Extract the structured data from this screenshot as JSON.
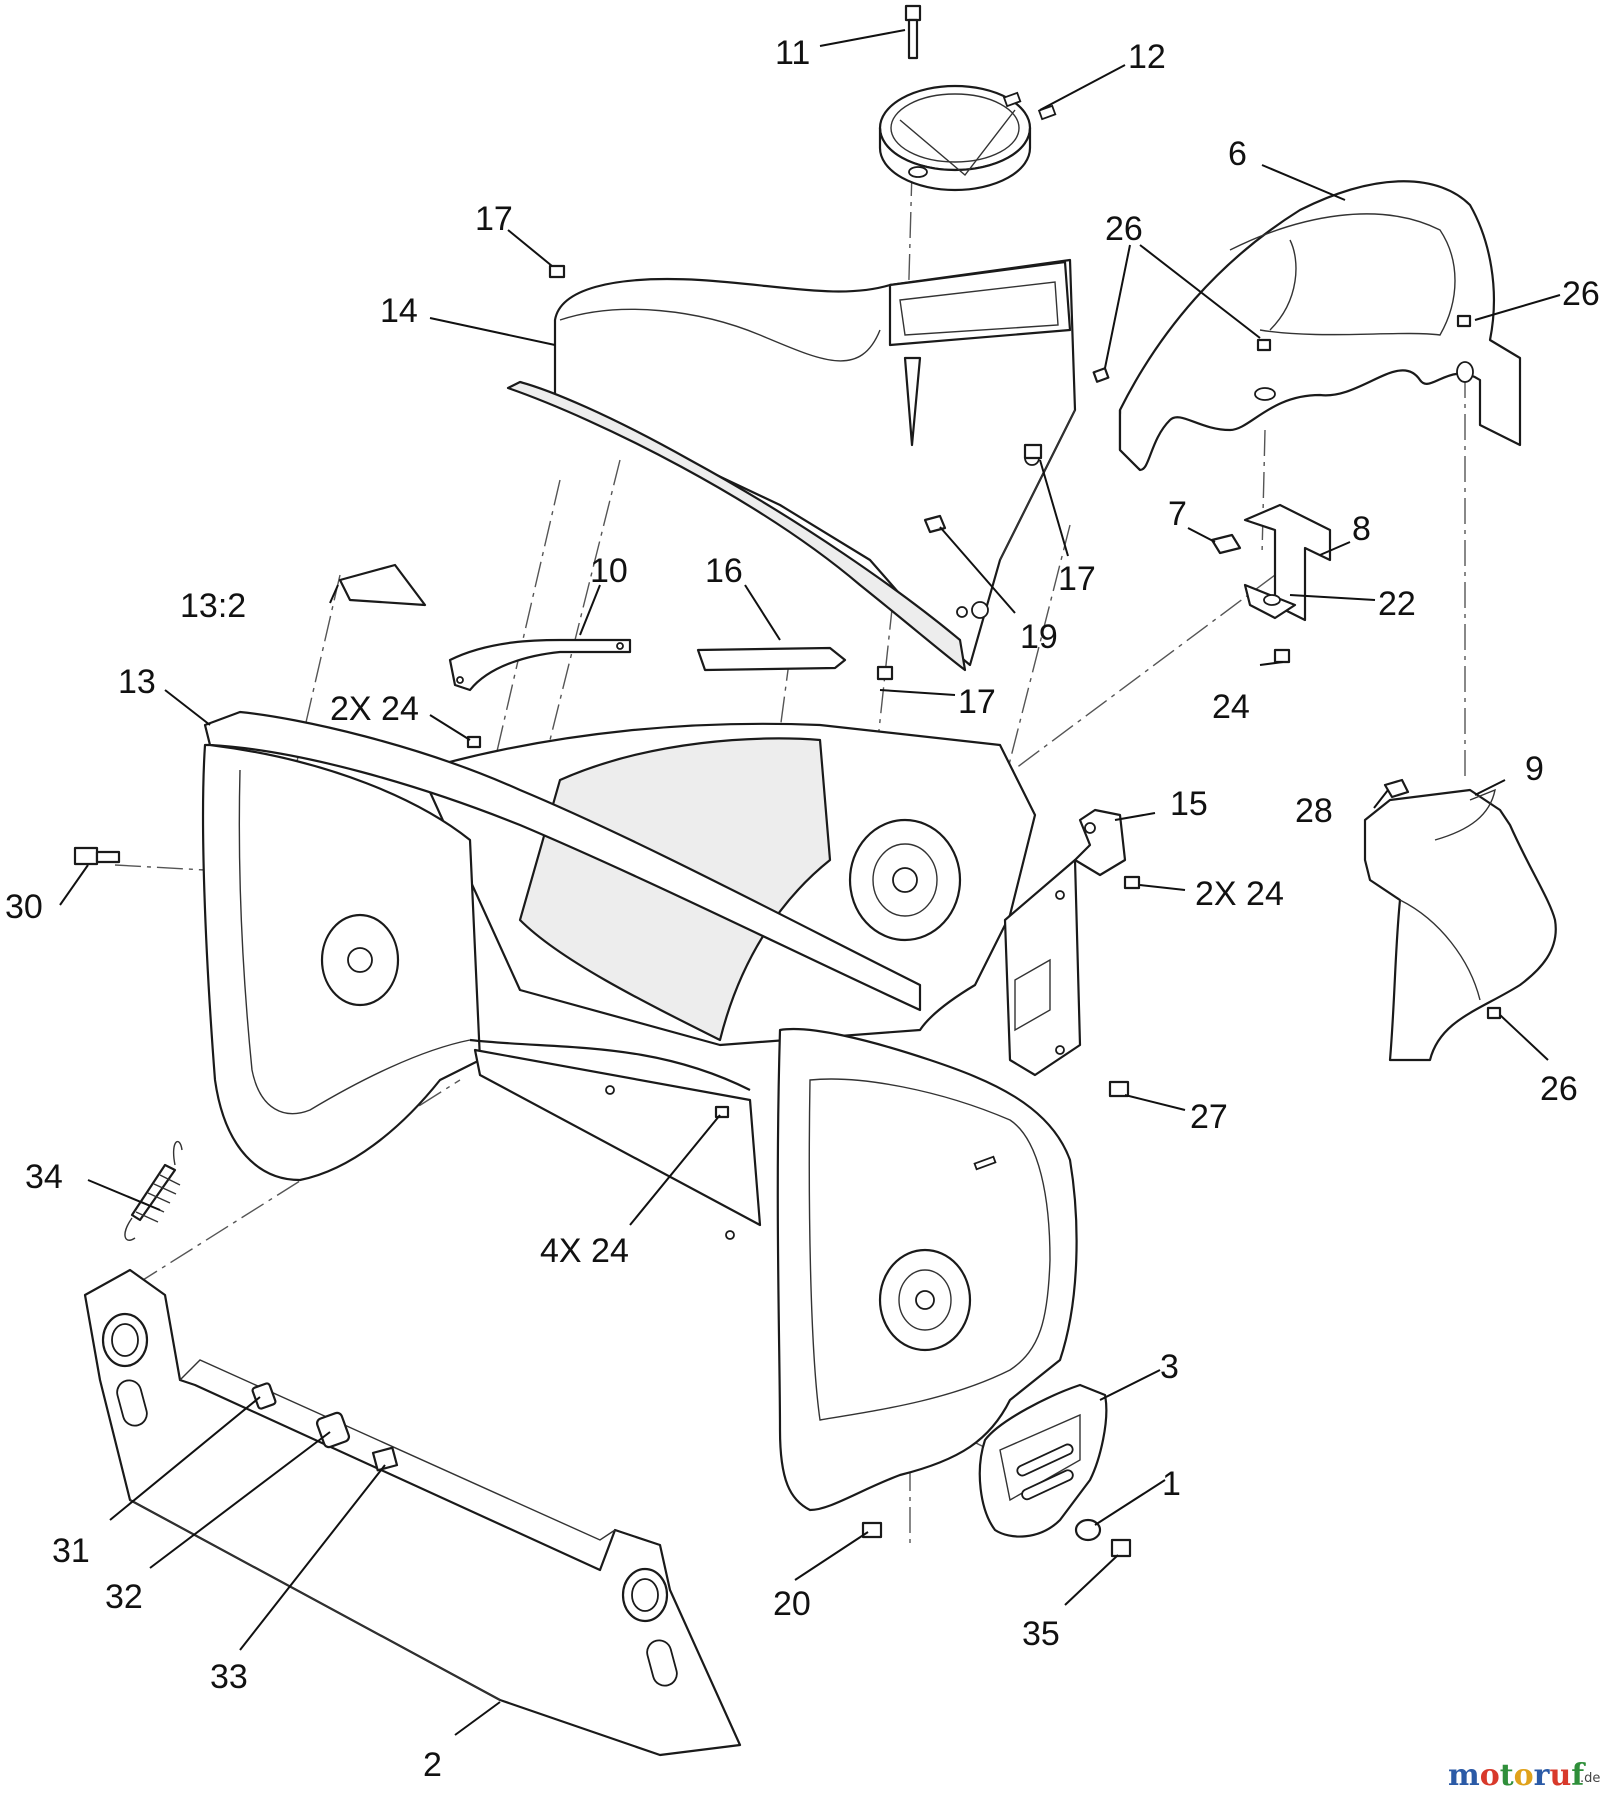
{
  "callouts": [
    {
      "id": "c11",
      "text": "11"
    },
    {
      "id": "c12",
      "text": "12"
    },
    {
      "id": "c6",
      "text": "6"
    },
    {
      "id": "c26a",
      "text": "26"
    },
    {
      "id": "c26b",
      "text": "26"
    },
    {
      "id": "c17a",
      "text": "17"
    },
    {
      "id": "c14",
      "text": "14"
    },
    {
      "id": "c17b",
      "text": "17"
    },
    {
      "id": "c7",
      "text": "7"
    },
    {
      "id": "c8",
      "text": "8"
    },
    {
      "id": "c22",
      "text": "22"
    },
    {
      "id": "c10",
      "text": "10"
    },
    {
      "id": "c16",
      "text": "16"
    },
    {
      "id": "c19",
      "text": "19"
    },
    {
      "id": "c13_2",
      "text": "13:2"
    },
    {
      "id": "c17c",
      "text": "17"
    },
    {
      "id": "c24a",
      "text": "24"
    },
    {
      "id": "c13",
      "text": "13"
    },
    {
      "id": "c2x24a",
      "text": "2X 24"
    },
    {
      "id": "c15",
      "text": "15"
    },
    {
      "id": "c9",
      "text": "9"
    },
    {
      "id": "c28",
      "text": "28"
    },
    {
      "id": "c2x24b",
      "text": "2X  24"
    },
    {
      "id": "c30",
      "text": "30"
    },
    {
      "id": "c26c",
      "text": "26"
    },
    {
      "id": "c27",
      "text": "27"
    },
    {
      "id": "c34",
      "text": "34"
    },
    {
      "id": "c4x24",
      "text": "4X 24"
    },
    {
      "id": "c3",
      "text": "3"
    },
    {
      "id": "c1",
      "text": "1"
    },
    {
      "id": "c31",
      "text": "31"
    },
    {
      "id": "c32",
      "text": "32"
    },
    {
      "id": "c20",
      "text": "20"
    },
    {
      "id": "c35",
      "text": "35"
    },
    {
      "id": "c33",
      "text": "33"
    },
    {
      "id": "c2",
      "text": "2"
    }
  ],
  "watermark": {
    "letters": [
      "m",
      "o",
      "t",
      "o",
      "r",
      "u",
      "f"
    ],
    "letter_colors": [
      "#2b5aa6",
      "#d8392b",
      "#2f8f3a",
      "#e0a21b",
      "#2b5aa6",
      "#d8392b",
      "#2f8f3a"
    ],
    "tld": ".de"
  }
}
